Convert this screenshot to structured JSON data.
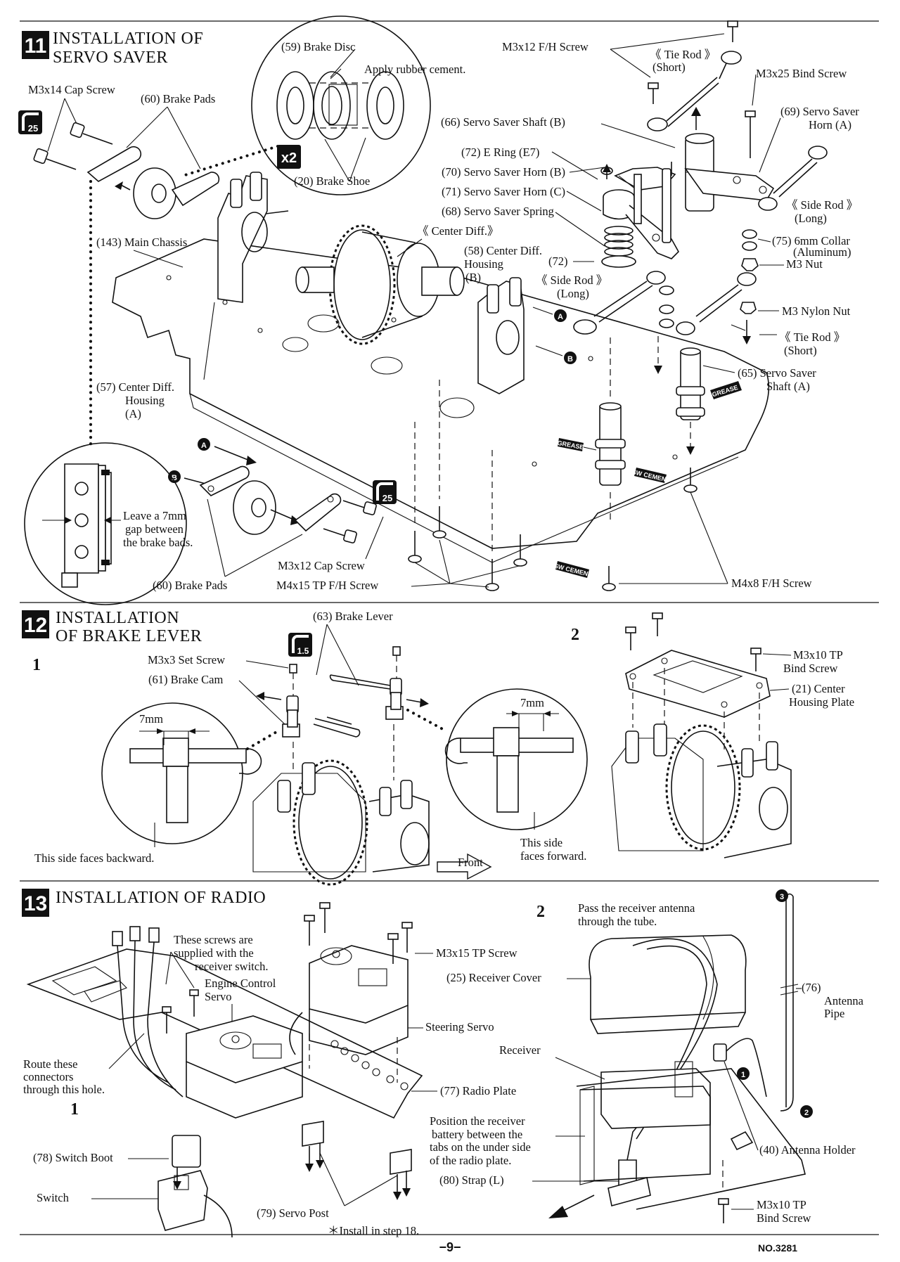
{
  "page": {
    "number": "−9−",
    "doc_no": "NO.3281"
  },
  "step11": {
    "step_no": "11",
    "title_line1": "INSTALLATION OF",
    "title_line2": "SERVO SAVER",
    "tool_size": "25",
    "tool_size_b": "25",
    "multiplier": "x2",
    "labels": {
      "brake_disc": "(59) Brake Disc",
      "rubber_cement": "Apply rubber cement.",
      "brake_shoe": "(20) Brake Shoe",
      "cap_screw_14": "M3x14 Cap Screw",
      "brake_pads_top": "(60) Brake Pads",
      "main_chassis": "(143) Main Chassis",
      "center_diff": "《 Center Diff.》",
      "center_diff_housing_b": [
        "(58) Center Diff.",
        "Housing",
        "(B)"
      ],
      "center_diff_housing_a": [
        "(57) Center Diff.",
        "Housing",
        "(A)"
      ],
      "fh_screw_12": "M3x12 F/H Screw",
      "tie_rod_short_top": [
        "《 Tie Rod 》",
        "(Short)"
      ],
      "bind_screw_25": "M3x25 Bind Screw",
      "servo_saver_shaft_b": "(66) Servo Saver Shaft (B)",
      "servo_saver_horn_a": [
        "(69) Servo Saver",
        "Horn (A)"
      ],
      "e_ring": "(72) E Ring (E7)",
      "servo_saver_horn_b": "(70) Servo Saver Horn (B)",
      "servo_saver_horn_c": "(71) Servo Saver Horn (C)",
      "servo_saver_spring": "(68) Servo Saver Spring",
      "side_rod_long_right": [
        "《 Side Rod 》",
        "(Long)"
      ],
      "collar": [
        "(75) 6mm Collar",
        "(Aluminum)"
      ],
      "m3_nut": "M3 Nut",
      "e_ring_72": "(72)",
      "side_rod_long_mid": [
        "《 Side Rod 》",
        "(Long)"
      ],
      "m3_nylon_nut": "M3 Nylon Nut",
      "tie_rod_short_bottom": [
        "《 Tie Rod 》",
        "(Short)"
      ],
      "servo_saver_shaft_a": [
        "(65) Servo Saver",
        "Shaft (A)"
      ],
      "grease_1": "GREASE",
      "grease_2": "GREASE",
      "sw_cement_1": "SW CEMENT",
      "sw_cement_2": "SW CEMENT",
      "gap_note": [
        "Leave a 7mm",
        "gap between",
        "the brake bads."
      ],
      "cap_screw_12": "M3x12 Cap Screw",
      "brake_pads_bottom": "(60) Brake Pads",
      "tp_fh_screw": "M4x15 TP F/H Screw",
      "fh_screw_m4x8": "M4x8 F/H Screw",
      "marker_a": "A",
      "marker_b": "B"
    }
  },
  "step12": {
    "step_no": "12",
    "title_line1": "INSTALLATION",
    "title_line2": "OF BRAKE LEVER",
    "sub1": "1",
    "sub2": "2",
    "tool_size": "1.5",
    "labels": {
      "brake_lever": "(63) Brake Lever",
      "set_screw": "M3x3 Set Screw",
      "brake_cam": "(61) Brake Cam",
      "dim_left": "7mm",
      "dim_right": "7mm",
      "faces_backward": "This side faces backward.",
      "faces_forward": [
        "This side",
        "faces forward."
      ],
      "front": "Front",
      "tp_bind_screw": [
        "M3x10 TP",
        "Bind Screw"
      ],
      "center_housing_plate": [
        "(21) Center",
        "Housing Plate"
      ]
    }
  },
  "step13": {
    "step_no": "13",
    "title": "INSTALLATION OF RADIO",
    "sub1": "1",
    "sub2": "2",
    "labels": {
      "screws_note": [
        "These screws are",
        "supplied with the",
        "receiver switch."
      ],
      "engine_control_servo": [
        "Engine Control",
        "Servo"
      ],
      "tp_screw_15": "M3x15 TP Screw",
      "receiver_cover": "(25) Receiver Cover",
      "steering_servo": "Steering Servo",
      "route_note": [
        "Route these",
        "connectors",
        "through this hole."
      ],
      "radio_plate": "(77) Radio Plate",
      "switch_boot": "(78) Switch Boot",
      "switch": "Switch",
      "servo_post": "(79) Servo Post",
      "install_note": "＊Install in step 18.",
      "antenna_note": [
        "Pass the receiver antenna",
        "through the tube."
      ],
      "receiver": "Receiver",
      "battery_note": [
        "Position the receiver",
        "battery between the",
        "tabs on the under side",
        "of the radio plate."
      ],
      "strap": "(80) Strap (L)",
      "antenna_pipe": [
        "(76)",
        "Antenna",
        "Pipe"
      ],
      "antenna_holder": "(40) Antenna Holder",
      "tp_bind_screw": [
        "M3x10 TP",
        "Bind Screw"
      ],
      "seq1": "1",
      "seq2": "2",
      "seq3": "3"
    }
  }
}
